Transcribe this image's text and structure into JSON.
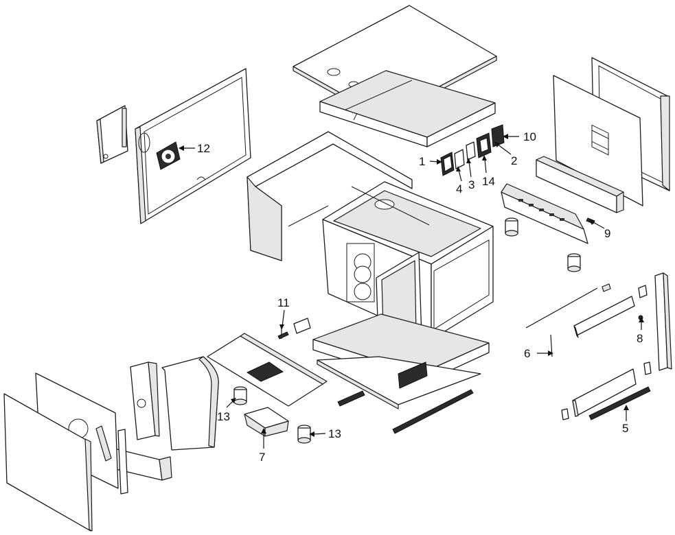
{
  "diagram": {
    "callouts": [
      {
        "id": "callout-1",
        "label": "1"
      },
      {
        "id": "callout-2",
        "label": "2"
      },
      {
        "id": "callout-3",
        "label": "3"
      },
      {
        "id": "callout-4",
        "label": "4"
      },
      {
        "id": "callout-5",
        "label": "5"
      },
      {
        "id": "callout-6",
        "label": "6"
      },
      {
        "id": "callout-7",
        "label": "7"
      },
      {
        "id": "callout-8",
        "label": "8"
      },
      {
        "id": "callout-9",
        "label": "9"
      },
      {
        "id": "callout-10",
        "label": "10"
      },
      {
        "id": "callout-11",
        "label": "11"
      },
      {
        "id": "callout-12",
        "label": "12"
      },
      {
        "id": "callout-13a",
        "label": "13"
      },
      {
        "id": "callout-13b",
        "label": "13"
      },
      {
        "id": "callout-14",
        "label": "14"
      }
    ]
  }
}
